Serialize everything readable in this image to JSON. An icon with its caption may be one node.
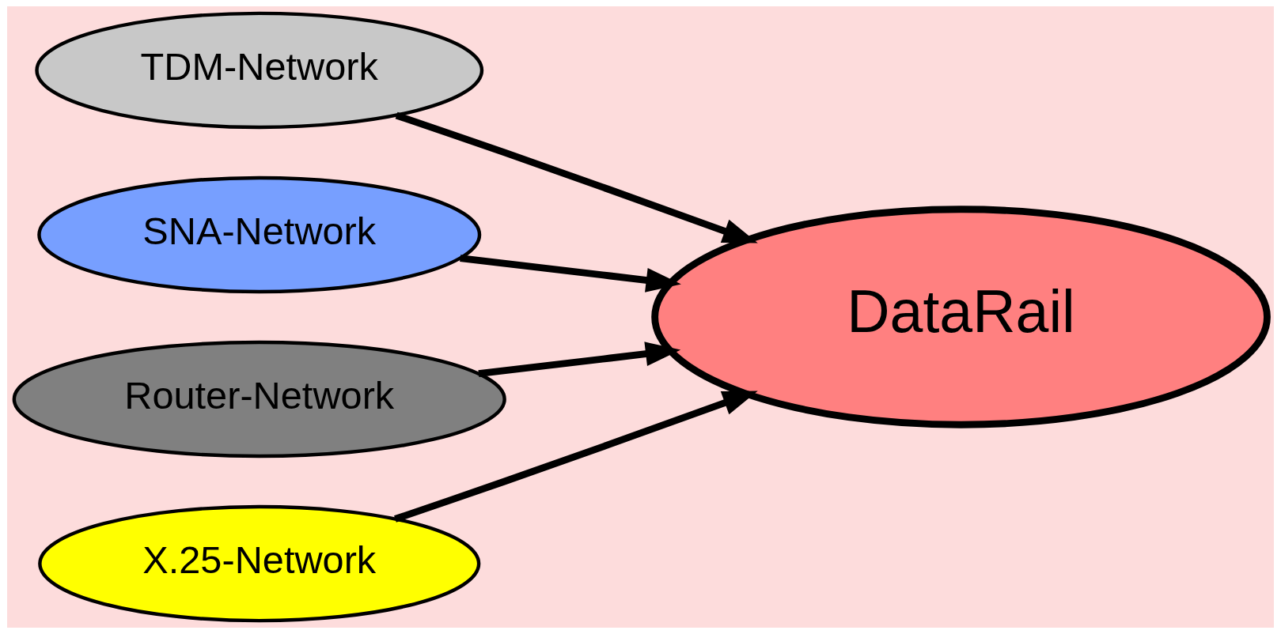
{
  "diagram": {
    "nodes": [
      {
        "text": [
          "TDM-Network"
        ]
      },
      {
        "text": [
          "SNA-Network"
        ]
      },
      {
        "text": [
          "Router-Network"
        ]
      },
      {
        "text": [
          "X.25-Network"
        ]
      },
      {
        "text": [
          "DataRail"
        ]
      }
    ],
    "edges": [
      {
        "from": 0,
        "to": 4,
        "arrow": "to"
      },
      {
        "from": 1,
        "to": 4,
        "arrow": "to"
      },
      {
        "from": 2,
        "to": 4,
        "arrow": "to"
      },
      {
        "from": 3,
        "to": 4,
        "arrow": "to"
      }
    ]
  }
}
